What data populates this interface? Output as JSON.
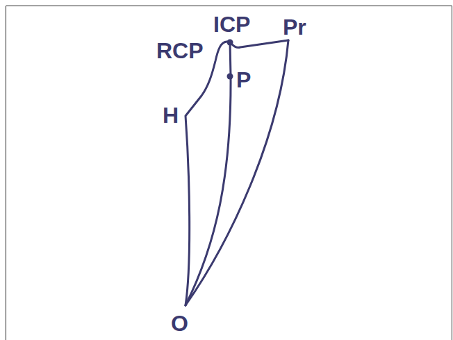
{
  "diagram": {
    "labels": [
      "ICP",
      "Pr",
      "RCP",
      "P",
      "H",
      "O"
    ]
  }
}
